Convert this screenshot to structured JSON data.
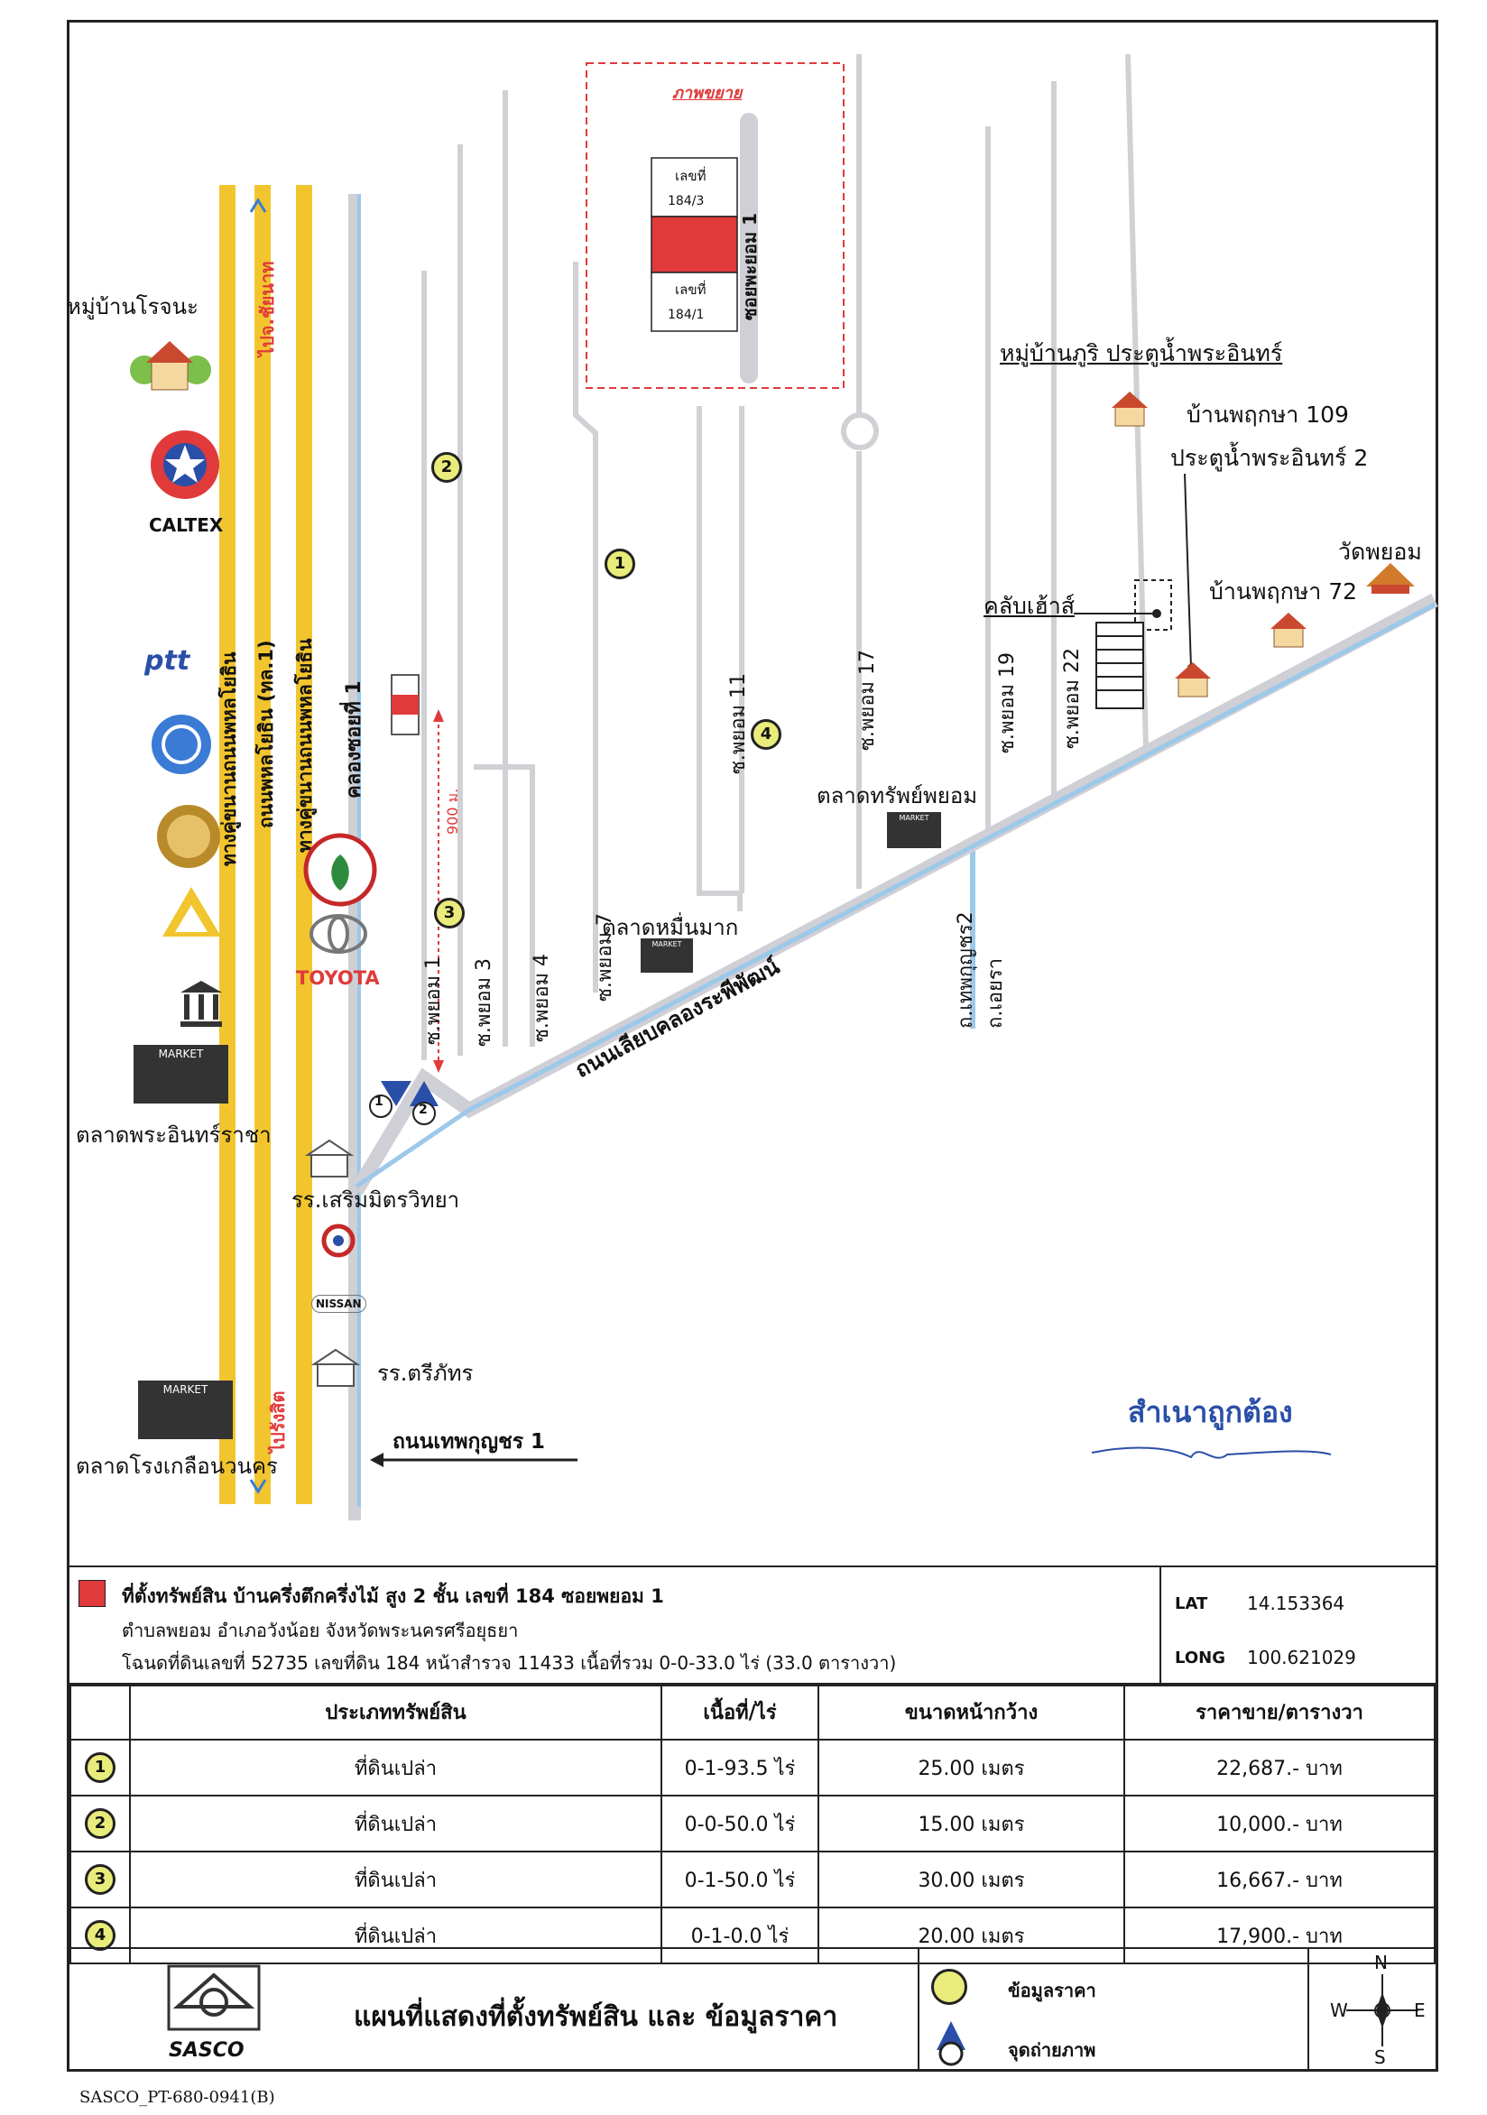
{
  "map": {
    "inset_title": "ภาพขยาย",
    "inset_soi": "ซอยพะยอม 1",
    "plot_upper_label": "เลขที่",
    "plot_upper_no": "184/3",
    "plot_lower_label": "เลขที่",
    "plot_lower_no": "184/1",
    "village_rojana": "หมู่บ้านโรจนะ",
    "village_phuri": "หมู่บ้านภูริ ประตูน้ำพระอินทร์",
    "baan_pruksa_109": "บ้านพฤกษา 109",
    "pratunam_2": "ประตูน้ำพระอินทร์ 2",
    "wat_payom": "วัดพยอม",
    "baan_pruksa_72": "บ้านพฤกษา 72",
    "club_house": "คลับเฮ้าส์",
    "soi_19": "ซ.พยอม 19",
    "soi_22": "ซ.พยอม 22",
    "soi_11": "ซ.พยอม 11",
    "soi_17": "ซ.พยอม 17",
    "soi_1": "ซ.พยอม 1",
    "soi_3": "ซ.พยอม 3",
    "soi_4": "ซ.พยอม 4",
    "soi_7": "ซ.พยอม 7",
    "thep_kunchorn_2": "ถ.เทพกุญชร2",
    "ayara": "ถ.เอยรา",
    "market_payom": "ตลาดทรัพย์พยอม",
    "market_muenmak": "ตลาดหมื่นมาก",
    "road_canal": "ถนนเลียบคลองระพีพัฒน์",
    "klong_soi_1": "คลองซอยที่ 1",
    "distance": "900 ม.",
    "frontage_west": "ทางคู่ขนานถนนพหลโยธิน",
    "phahon_main": "ถนนพหลโยธิน (ทล.1)",
    "frontage_east": "ทางคู่ขนานถนนพหลโยธิน",
    "to_chainat": "ไปจ.ชัยนาท",
    "to_rangsit": "ไปรังสิต",
    "market_prainthra": "ตลาดพระอินทร์ราชา",
    "school_sermmit": "รร.เสริมมิตรวิทยา",
    "school_siphat": "รร.ตรีภัทร",
    "market_rongkluea": "ตลาดโรงเกลือนวนคร",
    "thep_kunchorn_1": "ถนนเทพกุญชร 1",
    "caltex": "CALTEX",
    "ptt": "ptt",
    "toyota": "TOYOTA",
    "nissan": "NISSAN",
    "market_word": "MARKET",
    "certified": "สำเนาถูกต้อง",
    "markers": [
      "1",
      "2",
      "3",
      "4"
    ],
    "photo_points": [
      "1",
      "2"
    ]
  },
  "info": {
    "title": "ที่ตั้งทรัพย์สิน บ้านครึ่งตึกครึ่งไม้ สูง 2 ชั้น เลขที่ 184 ซอยพยอม 1",
    "line2": "ตำบลพยอม อำเภอวังน้อย จังหวัดพระนครศรีอยุธยา",
    "line3": "โฉนดที่ดินเลขที่ 52735 เลขที่ดิน 184 หน้าสำรวจ 11433 เนื้อที่รวม 0-0-33.0 ไร่ (33.0 ตารางวา)",
    "lat_label": "LAT",
    "lat_value": "14.153364",
    "long_label": "LONG",
    "long_value": "100.621029"
  },
  "price_table": {
    "headers": [
      "ประเภททรัพย์สิน",
      "เนื้อที่/ไร่",
      "ขนาดหน้ากว้าง",
      "ราคาขาย/ตารางวา"
    ],
    "rows": [
      {
        "no": "1",
        "type": "ที่ดินเปล่า",
        "area": "0-1-93.5 ไร่",
        "frontage": "25.00 เมตร",
        "price": "22,687.- บาท"
      },
      {
        "no": "2",
        "type": "ที่ดินเปล่า",
        "area": "0-0-50.0 ไร่",
        "frontage": "15.00 เมตร",
        "price": "10,000.- บาท"
      },
      {
        "no": "3",
        "type": "ที่ดินเปล่า",
        "area": "0-1-50.0 ไร่",
        "frontage": "30.00 เมตร",
        "price": "16,667.- บาท"
      },
      {
        "no": "4",
        "type": "ที่ดินเปล่า",
        "area": "0-1-0.0 ไร่",
        "frontage": "20.00 เมตร",
        "price": "17,900.- บาท"
      }
    ]
  },
  "footer": {
    "logo": "SASCO",
    "title": "แผนที่แสดงที่ตั้งทรัพย์สิน และ ข้อมูลราคา",
    "legend_price": "ข้อมูลราคา",
    "legend_photo": "จุดถ่ายภาพ",
    "compass_n": "N",
    "compass_s": "S",
    "compass_e": "E",
    "compass_w": "W",
    "doc_code": "SASCO_PT-680-0941(B)"
  },
  "colors": {
    "highway": "#f2c52e",
    "canal": "#9cc8ea",
    "road": "#cfcfd6",
    "subject": "#e03a3a",
    "marker": "#e9ec7a",
    "photo": "#2a4fa8"
  }
}
